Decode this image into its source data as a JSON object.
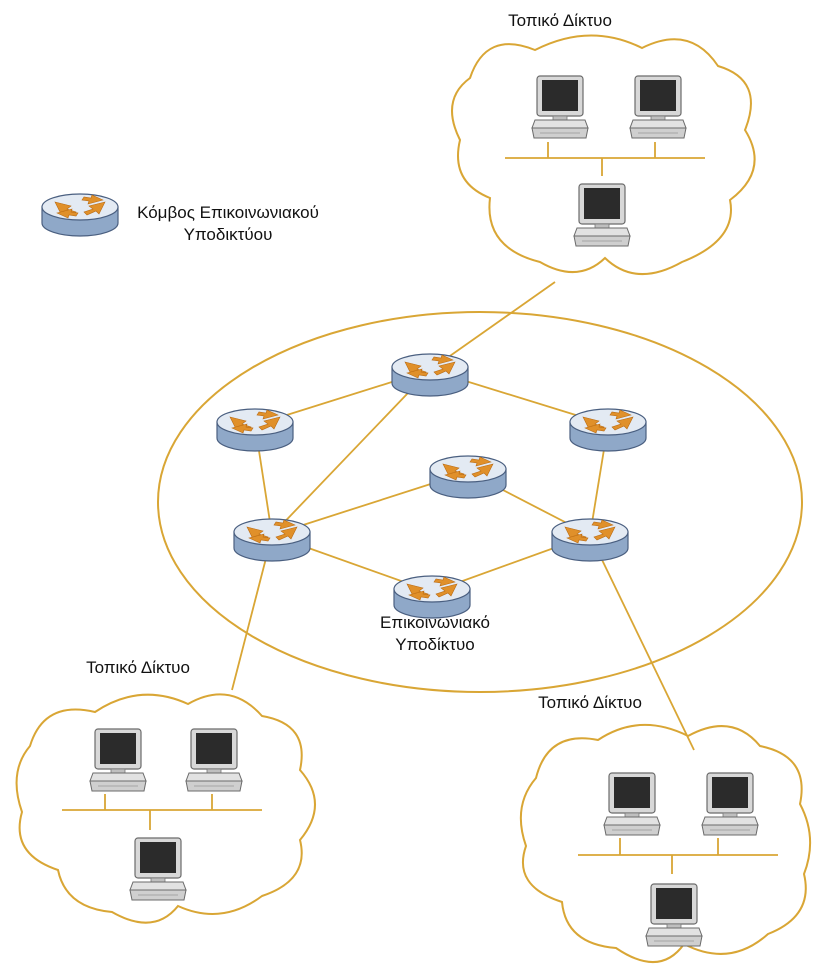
{
  "legend": {
    "router_icon": "router-icon",
    "line1": "Κόμβος Επικοινωνιακού",
    "line2": "Υποδικτύου"
  },
  "subnet": {
    "line1": "Επικοινωνιακό",
    "line2": "Υποδίκτυο"
  },
  "lans": {
    "top": "Τοπικό Δίκτυο",
    "left": "Τοπικό Δίκτυο",
    "right": "Τοπικό Δίκτυο"
  },
  "colors": {
    "line": "#d9a635",
    "router_top": "#dfe7f1",
    "router_side": "#8fa8c8",
    "arrow": "#e0902a",
    "monitor_screen": "#2b2b2b"
  }
}
